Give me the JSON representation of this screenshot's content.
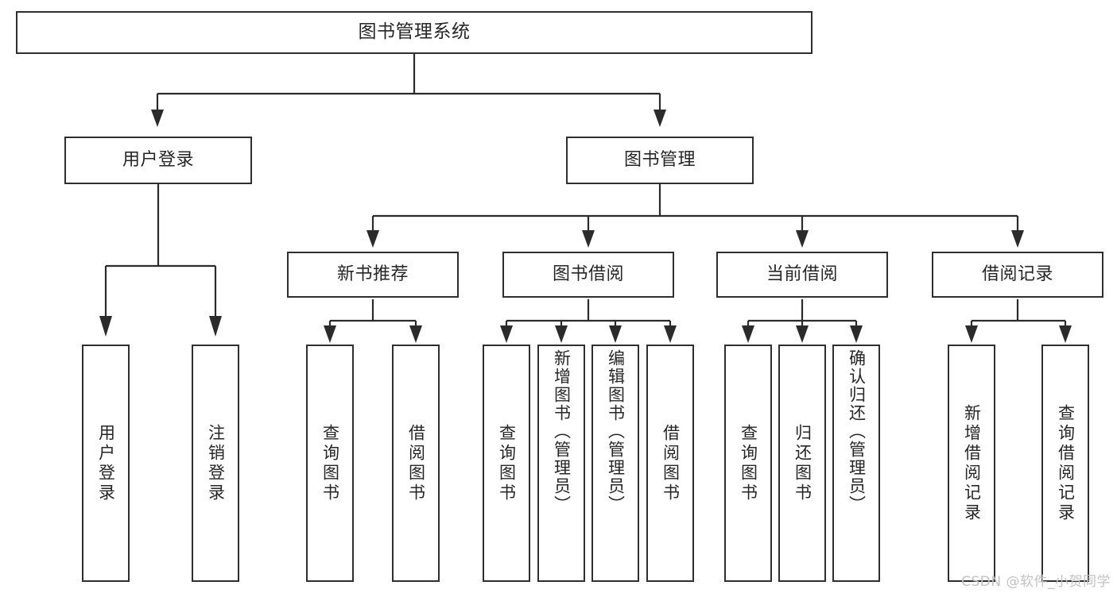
{
  "diagram": {
    "type": "tree-hierarchy",
    "title": "图书管理系统",
    "orientation": "top-down",
    "colors": {
      "stroke": "#2f2f2f",
      "fill": "#ffffff",
      "text": "#262626",
      "watermark": "#c2c2c2"
    }
  },
  "root": {
    "label": "图书管理系统"
  },
  "level2": [
    {
      "label": "用户登录"
    },
    {
      "label": "图书管理"
    }
  ],
  "level3": [
    {
      "label": "新书推荐"
    },
    {
      "label": "图书借阅"
    },
    {
      "label": "当前借阅"
    },
    {
      "label": "借阅记录"
    }
  ],
  "leaves": {
    "user_login": [
      {
        "label": "用户登录"
      },
      {
        "label": "注销登录"
      }
    ],
    "new_book_recommend": [
      {
        "label": "查询图书"
      },
      {
        "label": "借阅图书"
      }
    ],
    "book_borrow": [
      {
        "label": "查询图书"
      },
      {
        "label": "新增图书（管理员）"
      },
      {
        "label": "编辑图书（管理员）"
      },
      {
        "label": "借阅图书"
      }
    ],
    "current_borrow": [
      {
        "label": "查询图书"
      },
      {
        "label": "归还图书"
      },
      {
        "label": "确认归还（管理员）"
      }
    ],
    "borrow_record": [
      {
        "label": "新增借阅记录"
      },
      {
        "label": "查询借阅记录"
      }
    ]
  },
  "watermark": {
    "text": "CSDN @软件_小贺同学"
  }
}
